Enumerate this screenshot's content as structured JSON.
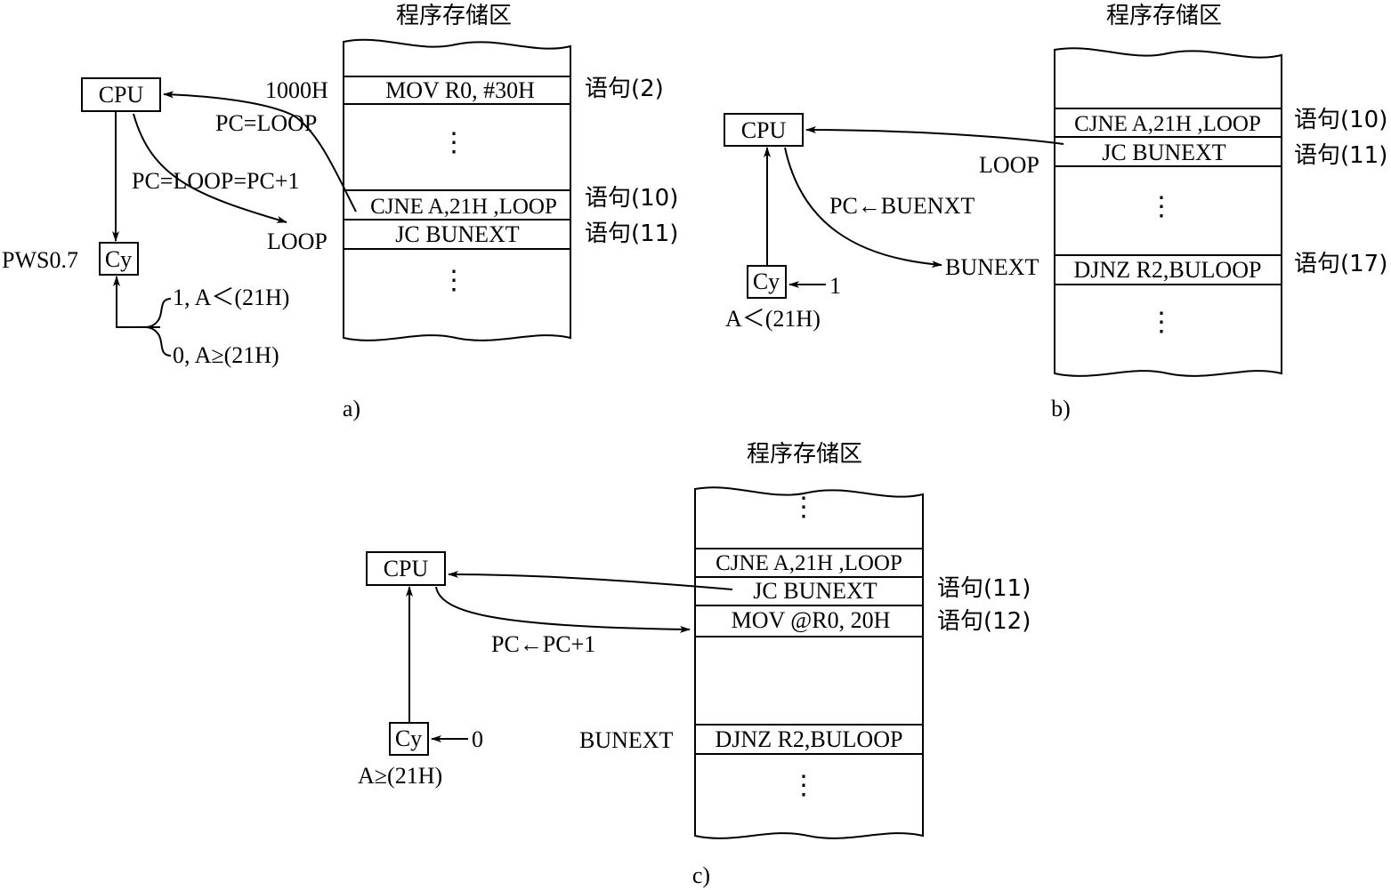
{
  "memory_title": "程序存储区",
  "panel_a": {
    "caption": "a)",
    "cpu": "CPU",
    "cy": "Cy",
    "pws": "PWS0.7",
    "addr_1000h": "1000H",
    "pc_loop": "PC=LOOP",
    "pc_loop_pc1": "PC=LOOP=PC+1",
    "loop_label": "LOOP",
    "cond_1": "1, A＜(21H)",
    "cond_0": "0, A≥(21H)",
    "cells": [
      "MOV R0, #30H",
      "⋮",
      "CJNE A,21H ,LOOP",
      "JC BUNEXT",
      "⋮"
    ],
    "stmt_2": "语句(2)",
    "stmt_10": "语句(10)",
    "stmt_11": "语句(11)"
  },
  "panel_b": {
    "caption": "b)",
    "cpu": "CPU",
    "cy": "Cy",
    "cy_in": "1",
    "cond": "A＜(21H)",
    "pc_label": "PC←BUENXT",
    "loop_label": "LOOP",
    "bunext_label": "BUNEXT",
    "cells": [
      "CJNE A,21H ,LOOP",
      "JC BUNEXT",
      "⋮",
      "DJNZ R2,BULOOP",
      "⋮"
    ],
    "stmt_10": "语句(10)",
    "stmt_11": "语句(11)",
    "stmt_17": "语句(17)"
  },
  "panel_c": {
    "caption": "c)",
    "cpu": "CPU",
    "cy": "Cy",
    "cy_in": "0",
    "cond": "A≥(21H)",
    "pc_label": "PC←PC+1",
    "bunext_label": "BUNEXT",
    "cells": [
      "⋮",
      "CJNE A,21H ,LOOP",
      "JC BUNEXT",
      "MOV @R0, 20H",
      "DJNZ R2,BULOOP",
      "⋮"
    ],
    "stmt_11": "语句(11)",
    "stmt_12": "语句(12)"
  }
}
